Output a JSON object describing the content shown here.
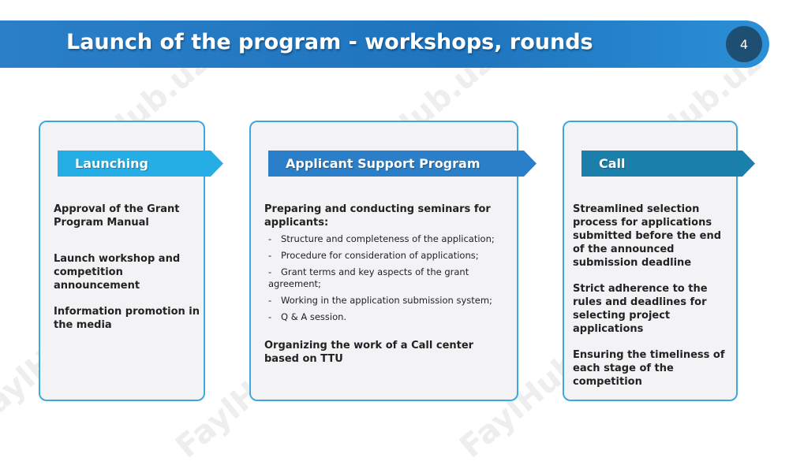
{
  "slide": {
    "title": "Launch of the program - workshops, rounds",
    "page_number": "4"
  },
  "columns": {
    "launching": {
      "heading": "Launching",
      "items": [
        "Approval of the Grant Program Manual",
        "Launch workshop and competition announcement",
        "Information promotion in the media"
      ]
    },
    "support": {
      "heading": "Applicant Support Program",
      "intro": "Preparing and conducting seminars for applicants:",
      "list": [
        "Structure and completeness of the application;",
        "Procedure for consideration of applications;",
        "Grant terms and key aspects of the grant agreement;",
        "Working in the application submission system;",
        "Q & A session."
      ],
      "dash": "-",
      "closing": "Organizing the work of a Call center based on TTU"
    },
    "call": {
      "heading": "Call",
      "items": [
        "Streamlined selection process for applications submitted before the end of the announced submission deadline",
        "Strict adherence to the rules and deadlines for selecting project applications",
        "Ensuring the timeliness of each stage of the competition"
      ]
    }
  },
  "watermark": "FaylHub.uz",
  "colors": {
    "title_bar": "#1e74bd",
    "page_circle": "#1e4f73",
    "card_border": "#3ea8dc",
    "banner_launching": "#25aee6",
    "banner_support": "#2a7fc8",
    "banner_call": "#1a80ab"
  }
}
